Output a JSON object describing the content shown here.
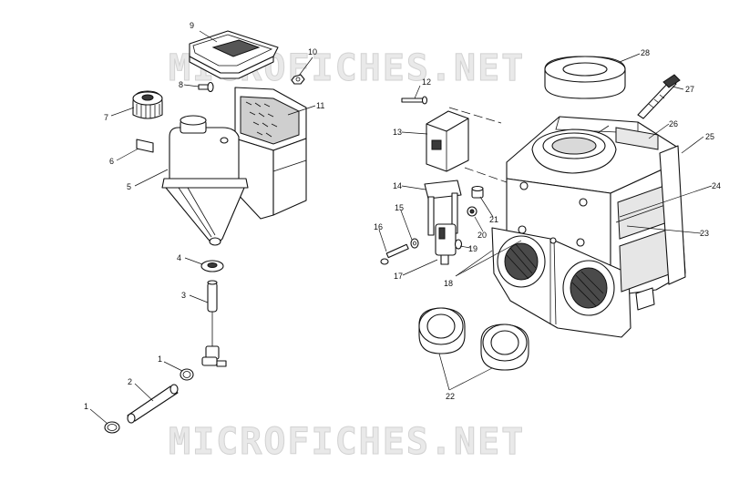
{
  "watermarks": {
    "top": "MICROFICHES.NET",
    "bottom": "MICROFICHES.NET"
  },
  "callouts": [
    {
      "id": "c1a",
      "text": "1"
    },
    {
      "id": "c1b",
      "text": "1"
    },
    {
      "id": "c2",
      "text": "2"
    },
    {
      "id": "c3",
      "text": "3"
    },
    {
      "id": "c4",
      "text": "4"
    },
    {
      "id": "c5",
      "text": "5"
    },
    {
      "id": "c6",
      "text": "6"
    },
    {
      "id": "c7",
      "text": "7"
    },
    {
      "id": "c8",
      "text": "8"
    },
    {
      "id": "c9",
      "text": "9"
    },
    {
      "id": "c10",
      "text": "10"
    },
    {
      "id": "c11",
      "text": "11"
    },
    {
      "id": "c12",
      "text": "12"
    },
    {
      "id": "c13",
      "text": "13"
    },
    {
      "id": "c14",
      "text": "14"
    },
    {
      "id": "c15",
      "text": "15"
    },
    {
      "id": "c16",
      "text": "16"
    },
    {
      "id": "c17",
      "text": "17"
    },
    {
      "id": "c18",
      "text": "18"
    },
    {
      "id": "c19",
      "text": "19"
    },
    {
      "id": "c20",
      "text": "20"
    },
    {
      "id": "c21",
      "text": "21"
    },
    {
      "id": "c22",
      "text": "22"
    },
    {
      "id": "c23",
      "text": "23"
    },
    {
      "id": "c24",
      "text": "24"
    },
    {
      "id": "c25",
      "text": "25"
    },
    {
      "id": "c26",
      "text": "26"
    },
    {
      "id": "c27",
      "text": "27"
    },
    {
      "id": "c28",
      "text": "28"
    }
  ]
}
